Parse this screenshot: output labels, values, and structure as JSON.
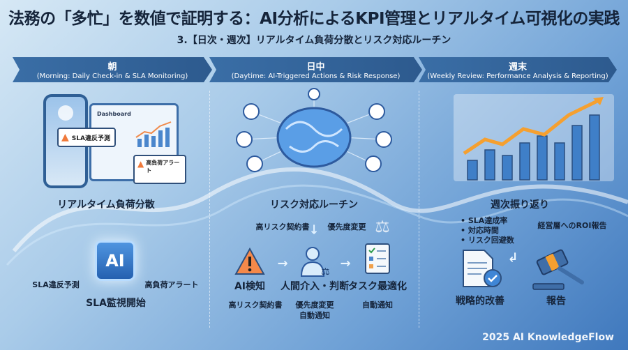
{
  "title": "法務の「多忙」を数値で証明する：AI分析によるKPI管理とリアルタイム可視化の実践",
  "subtitle": "3.【日次・週次】リアルタイム負荷分散とリスク対応ルーチン",
  "phases": [
    {
      "heading": "朝",
      "caption": "(Morning: Daily Check-in & SLA Monitoring)"
    },
    {
      "heading": "日中",
      "caption": "(Daytime: AI-Triggered Actions & Risk Response)"
    },
    {
      "heading": "週末",
      "caption": "(Weekly Review: Performance Analysis & Reporting)"
    }
  ],
  "morning": {
    "dashboard_title": "Dashboard",
    "alert_sla": "SLA違反予測",
    "alert_load": "高負荷アラート",
    "section_title": "リアルタイム負荷分散",
    "chip_label": "AI",
    "left_label": "SLA違反予測",
    "right_label": "高負荷アラート",
    "bottom_label": "SLA監視開始"
  },
  "daytime": {
    "section_title": "リスク対応ルーチン",
    "input_left": "高リスク契約書",
    "input_right": "優先度変更",
    "steps": [
      {
        "label": "AI検知",
        "detail": "高リスク契約書",
        "detail2": ""
      },
      {
        "label": "人間介入・判断",
        "detail": "優先度変更",
        "detail2": "自動通知"
      },
      {
        "label": "タスク最適化",
        "detail": "自動通知",
        "detail2": ""
      }
    ]
  },
  "weekly": {
    "section_title": "週次振り返り",
    "bullets": [
      "SLA達成率",
      "対応時間",
      "リスク回避数"
    ],
    "report_label": "経営層へのROI報告",
    "doc_label": "戦略的改善",
    "gavel_label": "報告"
  },
  "footer": "2025 AI KnowledgeFlow",
  "colors": {
    "banner": "#2d5a8e",
    "accent_orange": "#f08a4b",
    "title_text": "#15243a"
  }
}
